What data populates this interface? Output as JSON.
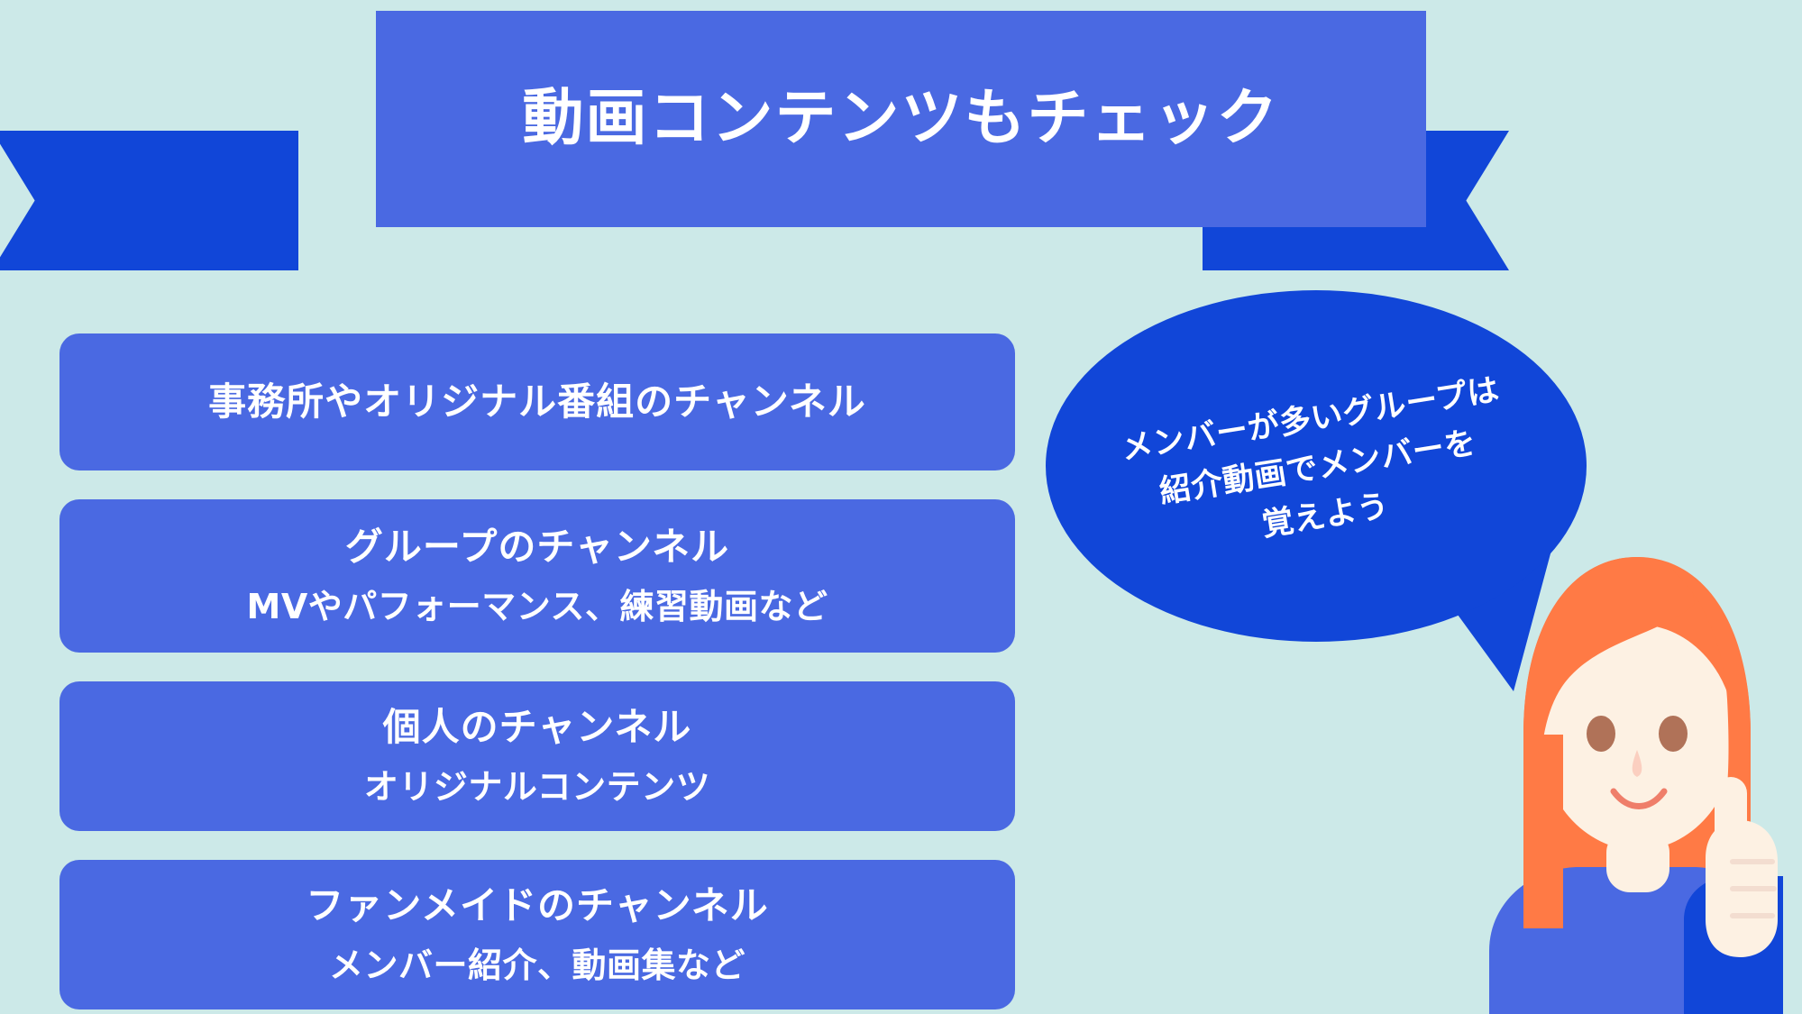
{
  "palette": {
    "background": "#cce9e8",
    "ribbon_band": "#4a69e2",
    "ribbon_tail": "#1146d8",
    "box_fill": "#4a69e2",
    "bubble_fill": "#1146d8",
    "text_on_blue": "#ffffff",
    "hair": "#ff7a45",
    "skin": "#fdf1e3",
    "outfit": "#4a69e2",
    "outfit_dark": "#1146d8"
  },
  "header": {
    "title": "動画コンテンツもチェック"
  },
  "boxes": [
    {
      "primary": "事務所やオリジナル番組のチャンネル",
      "secondary": ""
    },
    {
      "primary": "グループのチャンネル",
      "secondary": "MVやパフォーマンス、練習動画など"
    },
    {
      "primary": "個人のチャンネル",
      "secondary": "オリジナルコンテンツ"
    },
    {
      "primary": "ファンメイドのチャンネル",
      "secondary": "メンバー紹介、動画集など"
    }
  ],
  "speech_bubble": {
    "line1": "メンバーが多いグループは",
    "line2": "紹介動画でメンバーを",
    "line3": "覚えよう"
  },
  "character": {
    "description": "girl-pointing-up-illustration"
  }
}
